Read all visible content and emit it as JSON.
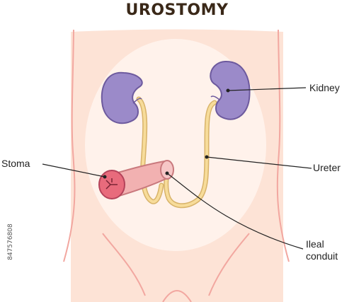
{
  "title": "UROSTOMY",
  "labels": {
    "kidney": "Kidney",
    "ureter": "Ureter",
    "stoma": "Stoma",
    "ileal_conduit_line1": "Ileal",
    "ileal_conduit_line2": "conduit"
  },
  "stock_id": "847576808",
  "colors": {
    "skin": "#fde3d6",
    "skin_outline": "#f2a7a0",
    "abdomen_glow": "#fff4ef",
    "kidney": "#9b8ac9",
    "kidney_outline": "#6d5a9e",
    "ureter": "#f7dc9a",
    "ureter_outline": "#d8b36a",
    "conduit": "#f2b1b1",
    "stoma": "#e86b7c",
    "leader_line": "#222222"
  }
}
